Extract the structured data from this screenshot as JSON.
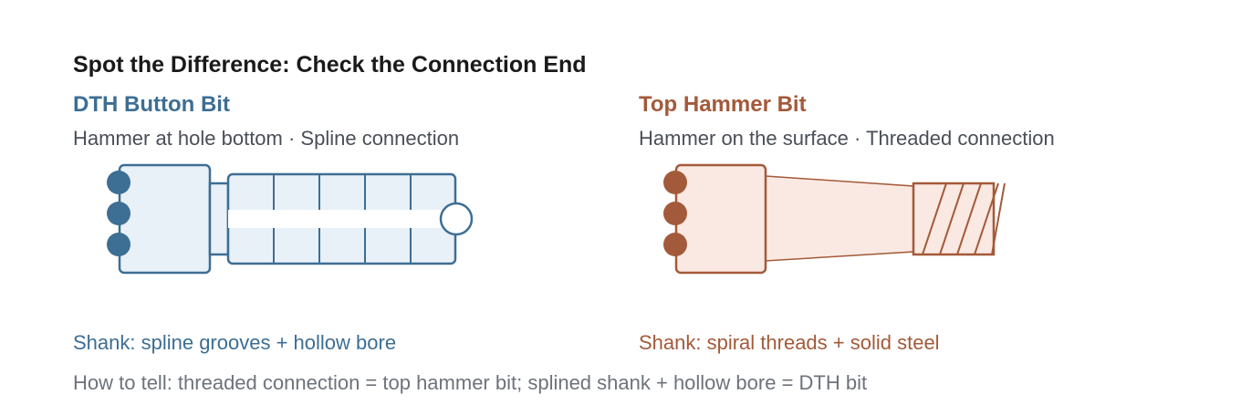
{
  "title": "Spot the Difference: Check the Connection End",
  "colors": {
    "dth_stroke": "#3d6e94",
    "dth_fill": "#e8f0f8",
    "th_stroke": "#a35a3a",
    "th_fill": "#fae9e2",
    "title_text": "#1a1a1a",
    "subtitle_text": "#4a4f57",
    "footer_text": "#6d737b"
  },
  "dth": {
    "name": "DTH Button Bit",
    "subtitle": "Hammer at hole bottom · Spline connection",
    "shank": "Shank: spline grooves + hollow bore"
  },
  "top_hammer": {
    "name": "Top Hammer Bit",
    "subtitle": "Hammer on the surface · Threaded connection",
    "shank": "Shank: spiral threads + solid steel"
  },
  "how_to_tell": "How to tell: threaded connection = top hammer bit; splined shank + hollow bore = DTH bit"
}
